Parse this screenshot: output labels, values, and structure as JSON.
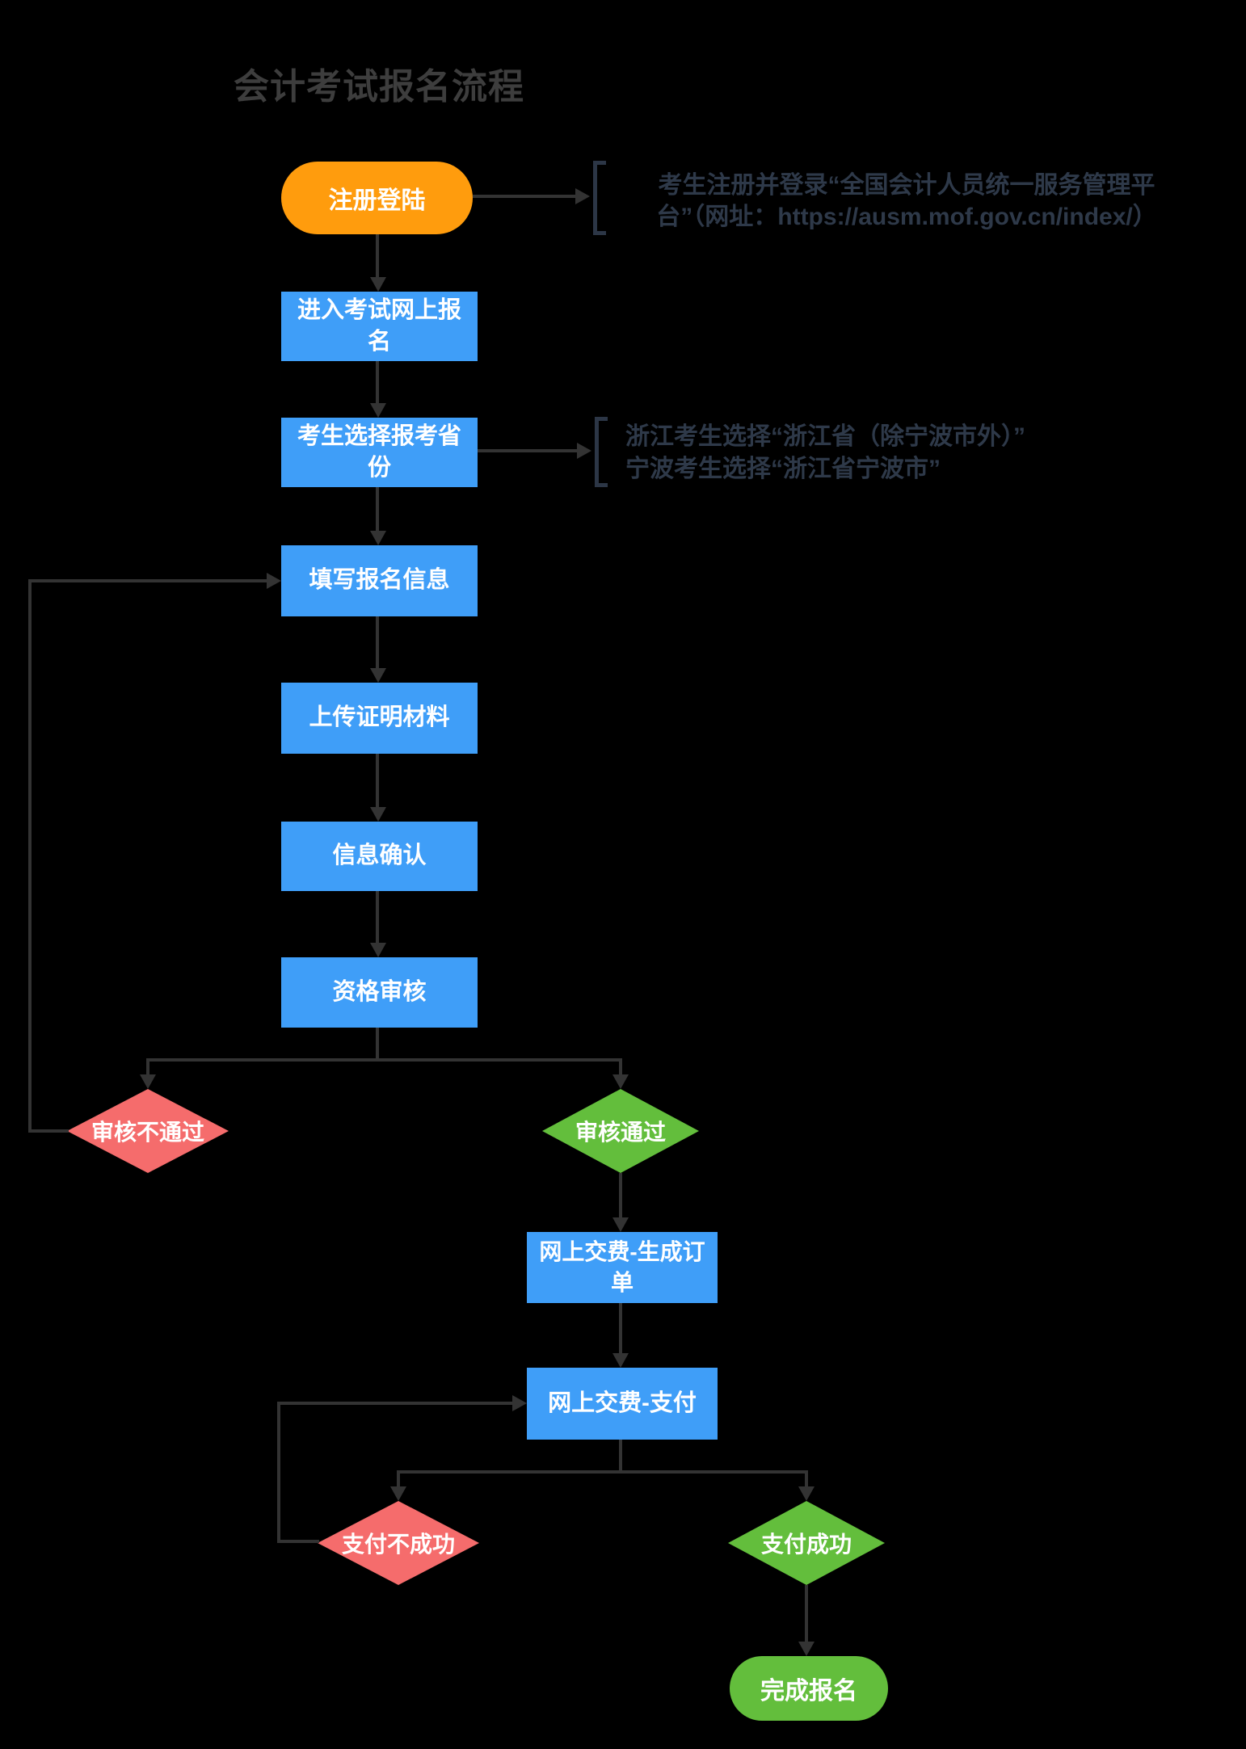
{
  "title": "会计考试报名流程",
  "colors": {
    "background": "#000000",
    "start_node": "#FF9C0D",
    "process_node": "#3F9EF8",
    "fail_node": "#F56C6C",
    "pass_node": "#63BE3C",
    "connector": "#333333",
    "note_text": "#2e3949",
    "title_text": "#3d3d3d",
    "node_text": "#ffffff"
  },
  "nodes": {
    "register": "注册登陆",
    "enter_exam": "进入考试网上报名",
    "select_province": "考生选择报考省份",
    "fill_info": "填写报名信息",
    "upload_docs": "上传证明材料",
    "confirm_info": "信息确认",
    "qualification_review": "资格审核",
    "review_fail": "审核不通过",
    "review_pass": "审核通过",
    "pay_create_order": "网上交费-生成订单",
    "pay_submit": "网上交费-支付",
    "pay_fail": "支付不成功",
    "pay_success": "支付成功",
    "finish": "完成报名"
  },
  "notes": {
    "register_note": {
      "line1": "考生注册并登录“全国会计人员统一服务管理平",
      "line2": "台”（网址：https://ausm.mof.gov.cn/index/）"
    },
    "province_note": {
      "line1": "浙江考生选择“浙江省（除宁波市外）”",
      "line2": "宁波考生选择“浙江省宁波市”"
    }
  }
}
